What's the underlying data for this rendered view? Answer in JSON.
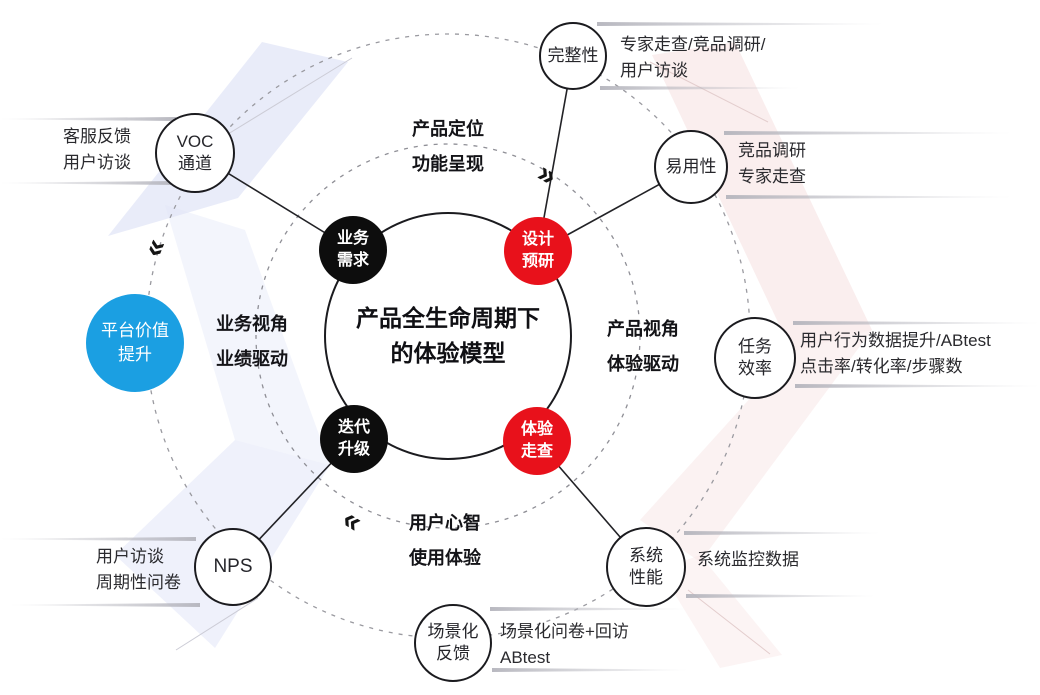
{
  "title": "产品全生命周期下的体验模型",
  "colors": {
    "accent_red": "#e8111b",
    "accent_black": "#0d0d0d",
    "accent_blue": "#1b9fe2",
    "circle_stroke": "#1b1b1f"
  },
  "center": {
    "line1": "产品全生命周期下",
    "line2": "的体验模型"
  },
  "inner_nodes": {
    "business": {
      "line1": "业务",
      "line2": "需求"
    },
    "design": {
      "line1": "设计",
      "line2": "预研"
    },
    "iteration": {
      "line1": "迭代",
      "line2": "升级"
    },
    "review": {
      "line1": "体验",
      "line2": "走查"
    }
  },
  "outer_nodes": {
    "voc": {
      "line1": "VOC",
      "line2": "通道",
      "callout1": "客服反馈",
      "callout2": "用户访谈"
    },
    "completeness": {
      "label": "完整性",
      "callout1": "专家走查/竞品调研/",
      "callout2": "用户访谈"
    },
    "usability": {
      "label": "易用性",
      "callout1": "竞品调研",
      "callout2": "专家走查"
    },
    "efficiency": {
      "line1": "任务",
      "line2": "效率",
      "callout1": "用户行为数据提升/ABtest",
      "callout2": "点击率/转化率/步骤数"
    },
    "performance": {
      "line1": "系统",
      "line2": "性能",
      "callout1": "系统监控数据"
    },
    "scenario": {
      "line1": "场景化",
      "line2": "反馈",
      "callout1": "场景化问卷+回访",
      "callout2": "ABtest"
    },
    "nps": {
      "label": "NPS",
      "callout1": "用户访谈",
      "callout2": "周期性问卷"
    }
  },
  "platform_node": {
    "line1": "平台价值",
    "line2": "提升"
  },
  "quadrants": {
    "top": {
      "line1": "产品定位",
      "line2": "功能呈现"
    },
    "left": {
      "line1": "业务视角",
      "line2": "业绩驱动"
    },
    "right": {
      "line1": "产品视角",
      "line2": "体验驱动"
    },
    "bottom": {
      "line1": "用户心智",
      "line2": "使用体验"
    }
  },
  "arrows": {
    "clockwise_glyph": "»",
    "counter_glyph": "«"
  }
}
